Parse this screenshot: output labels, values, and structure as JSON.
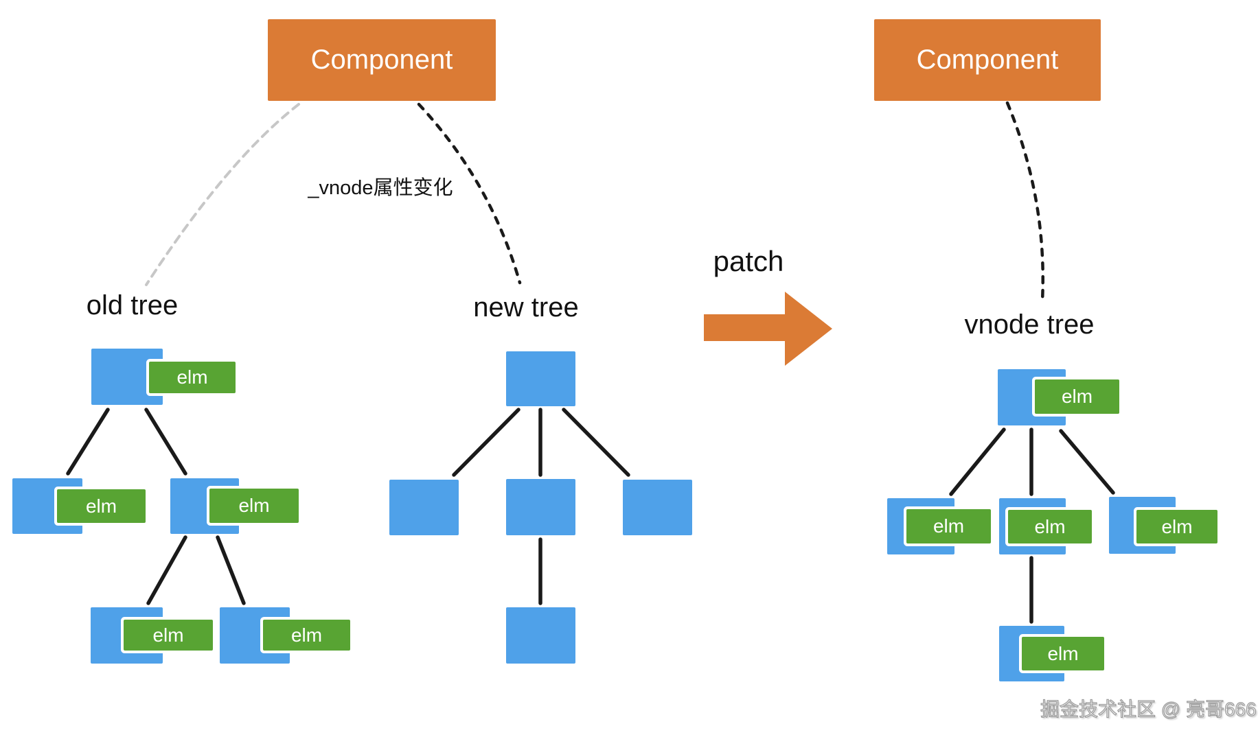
{
  "component_label": "Component",
  "patch_label": "patch",
  "annotation": "_vnode属性变化",
  "elm_label": "elm",
  "watermark": "掘金技术社区 @ 亮哥666",
  "titles": {
    "old_tree": "old tree",
    "new_tree": "new tree",
    "vnode_tree": "vnode tree"
  },
  "trees": {
    "old": {
      "title": "old tree",
      "nodes_with_elm": 5,
      "plain_nodes": 0
    },
    "new": {
      "title": "new tree",
      "nodes_with_elm": 0,
      "plain_nodes": 5
    },
    "vnode": {
      "title": "vnode tree",
      "nodes_with_elm": 5,
      "plain_nodes": 0
    }
  },
  "colors": {
    "component_orange": "#db7b35",
    "arrow_orange": "#db7b35",
    "node_blue": "#4fa1e9",
    "elm_green": "#58a433",
    "edge_black": "#1a1a1a",
    "dashed_gray": "#c7c7c7",
    "watermark_gray": "#9a9a9a",
    "background": "#ffffff"
  }
}
